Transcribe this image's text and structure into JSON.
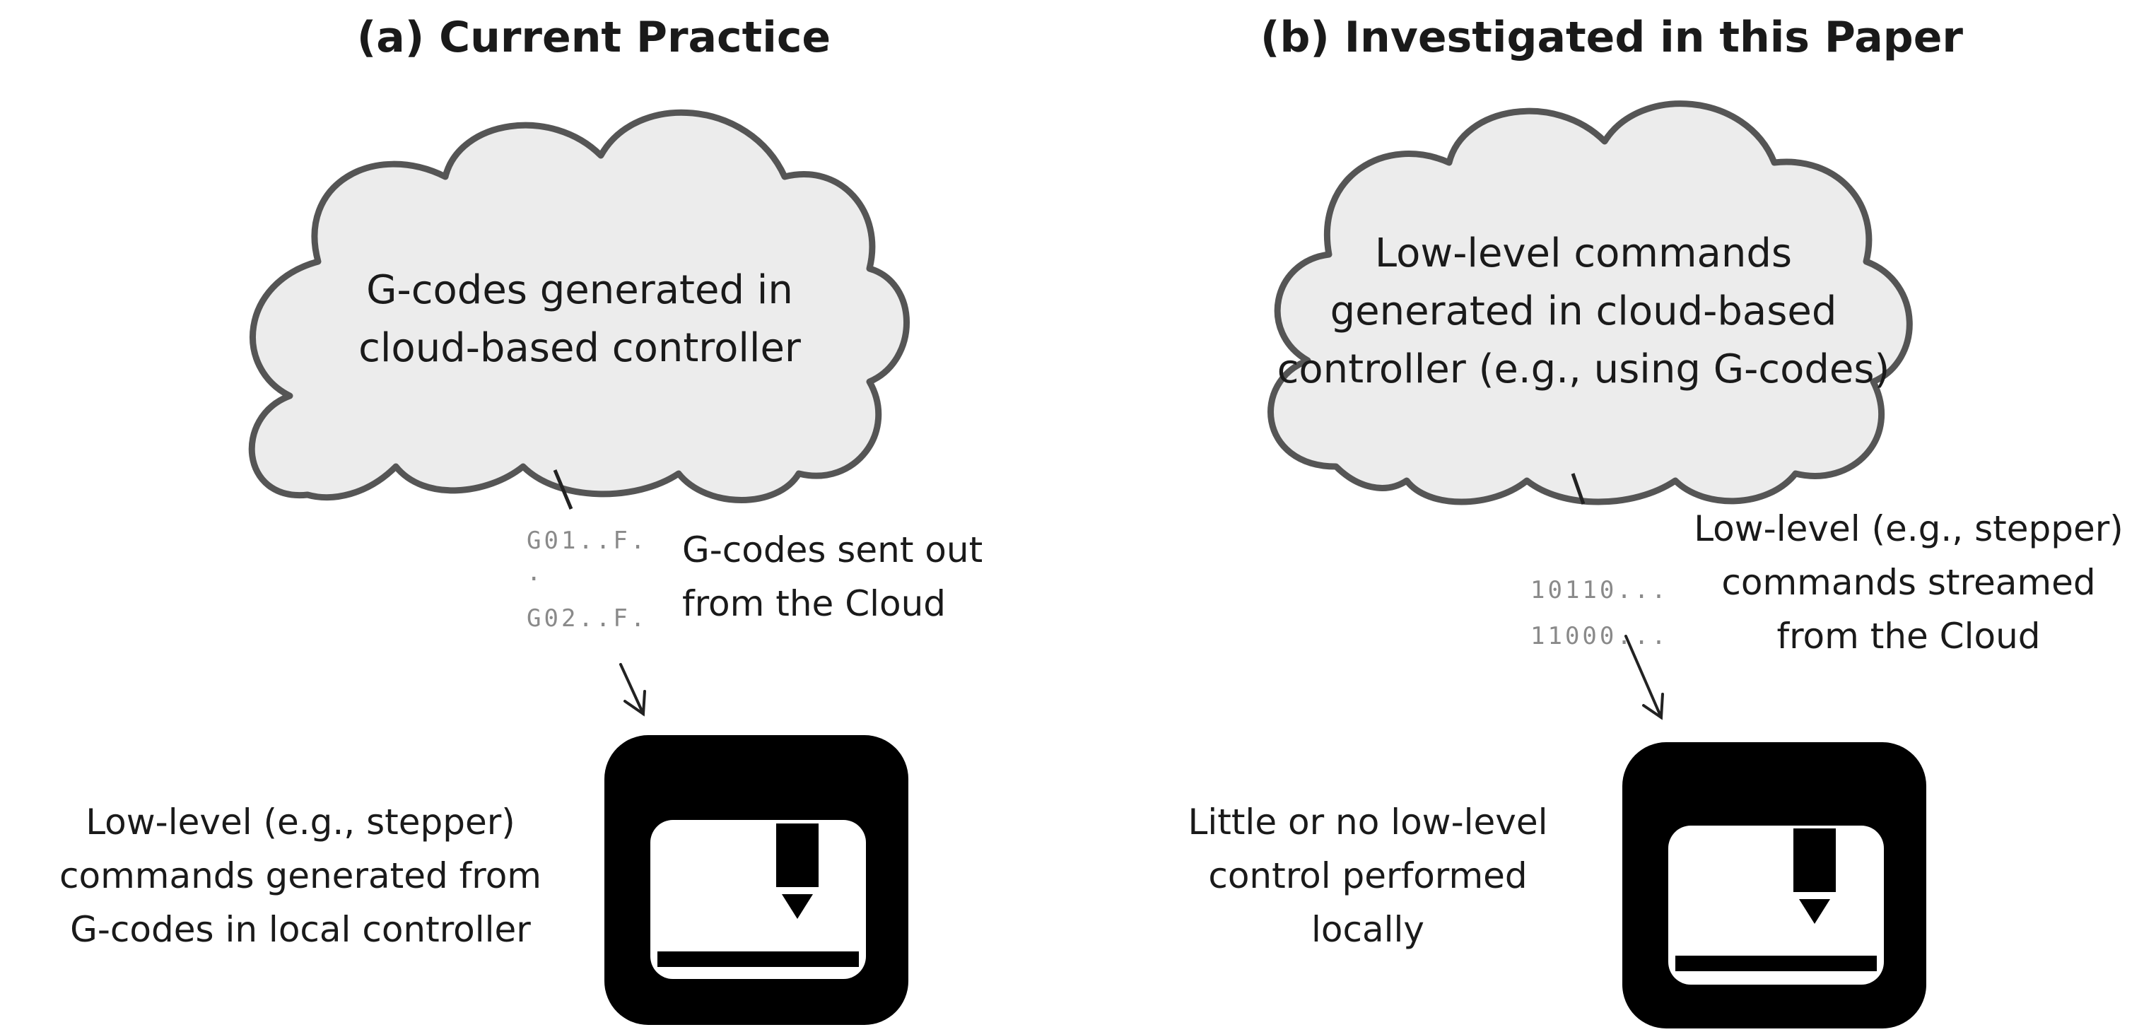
{
  "panel_a": {
    "title": "(a) Current Practice",
    "cloud_text": [
      "G-codes generated in",
      "cloud-based controller"
    ],
    "code_lines": [
      "G01..F.",
      ".",
      "G02..F."
    ],
    "transmit_label": [
      "G-codes sent out",
      "from the Cloud"
    ],
    "local_label": [
      "Low-level (e.g., stepper)",
      "commands generated from",
      "G-codes in local controller"
    ]
  },
  "panel_b": {
    "title": "(b) Investigated in this Paper",
    "cloud_text": [
      "Low-level commands",
      "generated in cloud-based",
      "controller (e.g., using G-codes)"
    ],
    "code_lines": [
      "10110...",
      "11000..."
    ],
    "transmit_label": [
      "Low-level (e.g., stepper)",
      "commands streamed",
      "from the Cloud"
    ],
    "local_label": [
      "Little or no low-level",
      "control performed",
      "locally"
    ]
  },
  "colors": {
    "cloud_fill": "#ececec",
    "cloud_stroke": "#555555",
    "printer_body": "#000000",
    "code_text": "#8a8a8a"
  },
  "icons": [
    "cloud",
    "3d-printer-icon",
    "arrow"
  ]
}
